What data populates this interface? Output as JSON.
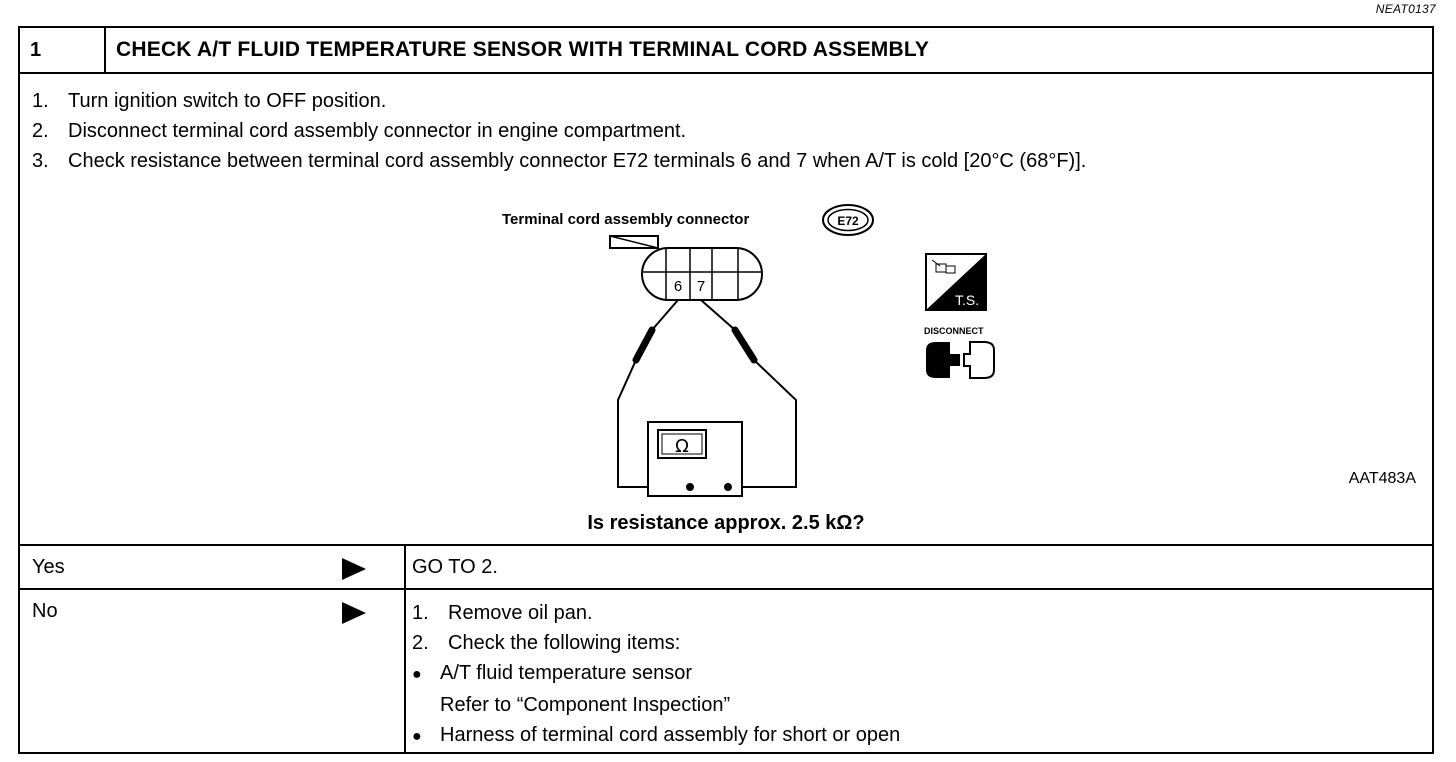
{
  "ref_code": "NEAT0137",
  "step": {
    "number": "1",
    "title": "CHECK A/T FLUID TEMPERATURE SENSOR WITH TERMINAL CORD ASSEMBLY"
  },
  "instructions": [
    {
      "num": "1.",
      "text": "Turn ignition switch to OFF position."
    },
    {
      "num": "2.",
      "text": "Disconnect terminal cord assembly connector in engine compartment."
    },
    {
      "num": "3.",
      "text": "Check resistance between terminal cord assembly connector E72 terminals 6 and 7 when A/T is cold [20°C (68°F)]."
    }
  ],
  "figure": {
    "connector_label": "Terminal cord assembly connector",
    "connector_id": "E72",
    "terminal_a": "6",
    "terminal_b": "7",
    "meter_symbol": "Ω",
    "ts_label": "T.S.",
    "disconnect_label": "DISCONNECT",
    "code": "AAT483A"
  },
  "question": "Is resistance approx. 2.5 kΩ?",
  "answers": {
    "yes": {
      "label": "Yes",
      "text": "GO TO 2."
    },
    "no": {
      "label": "No",
      "items": [
        {
          "kind": "num",
          "marker": "1.",
          "text": "Remove oil pan."
        },
        {
          "kind": "num",
          "marker": "2.",
          "text": "Check the following items:"
        },
        {
          "kind": "bullet",
          "marker": "●",
          "text": "A/T fluid temperature sensor"
        },
        {
          "kind": "cont",
          "marker": "",
          "text": "Refer to “Component Inspection”"
        },
        {
          "kind": "bullet",
          "marker": "●",
          "text": "Harness of terminal cord assembly for short or open"
        }
      ]
    }
  }
}
